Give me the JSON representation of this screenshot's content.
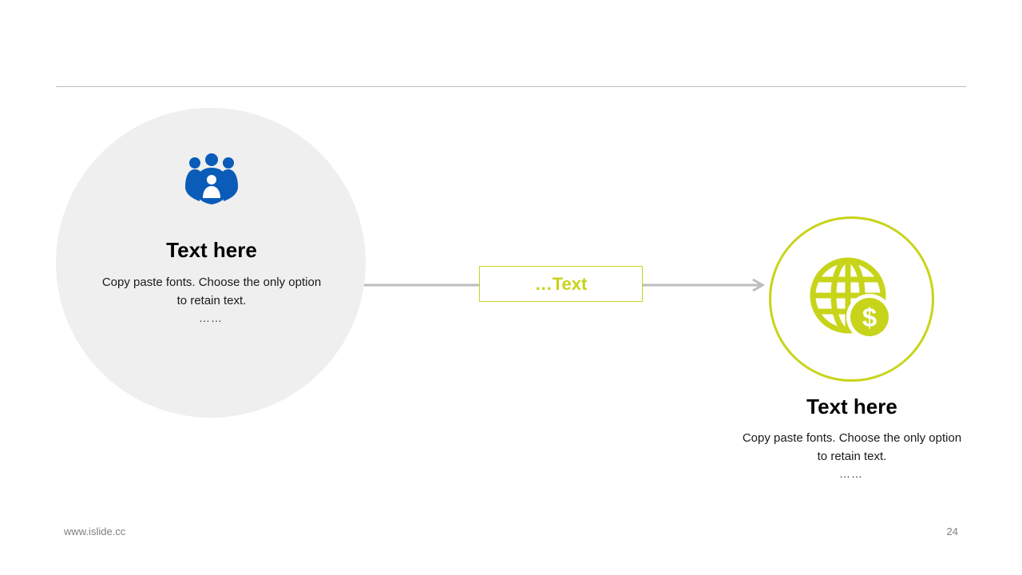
{
  "left_block": {
    "title": "Text here",
    "description": "Copy paste fonts. Choose the only option to retain text.",
    "dots": "……",
    "icon": "people-group-icon"
  },
  "connector": {
    "label": "…Text"
  },
  "right_block": {
    "title": "Text here",
    "description": "Copy paste fonts. Choose the only option to retain text.",
    "dots": "……",
    "icon": "globe-dollar-icon"
  },
  "footer": {
    "website": "www.islide.cc",
    "page_number": "24"
  },
  "colors": {
    "accent": "#c8d41a",
    "icon_blue": "#0a5cb8",
    "circle_fill": "#efefef",
    "line_gray": "#bdbdbd"
  }
}
